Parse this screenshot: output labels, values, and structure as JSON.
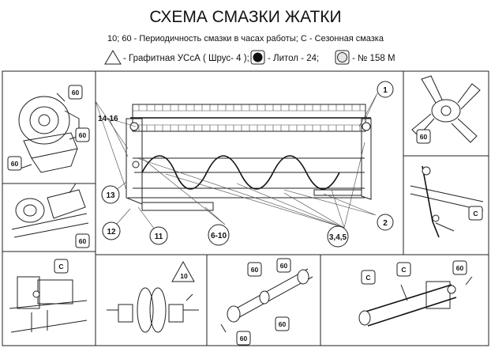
{
  "header": {
    "title": "СХЕМА СМАЗКИ ЖАТКИ",
    "subtitle": "10; 60 - Периодичность смазки в часах работы;  С - Сезонная смазка"
  },
  "legend": {
    "triangle_label": "- Графитная УСсА ( Шрус- 4 );",
    "black_label": "- Литол - 24;",
    "grey_label": "- № 158 М"
  },
  "callouts": {
    "c1": "1",
    "c2": "2",
    "c345": "3,4,5",
    "c610": "6-10",
    "c11": "11",
    "c12": "12",
    "c13": "13",
    "c1416": "14-16"
  },
  "badges": {
    "b60_hub_top": "60",
    "b60_hub_right": "60",
    "b60_hub_left": "60",
    "b60_pulley": "60",
    "b60_rotor": "60",
    "c_bracket": "С",
    "c_bottom_left": "С",
    "b10_triangle": "10",
    "b60_shaft_left": "60",
    "b60_shaft_top": "60",
    "b60_shaft_mid": "60",
    "b60_shaft_bottom": "60",
    "c_br_1": "С",
    "c_br_2": "С",
    "b60_br": "60"
  }
}
